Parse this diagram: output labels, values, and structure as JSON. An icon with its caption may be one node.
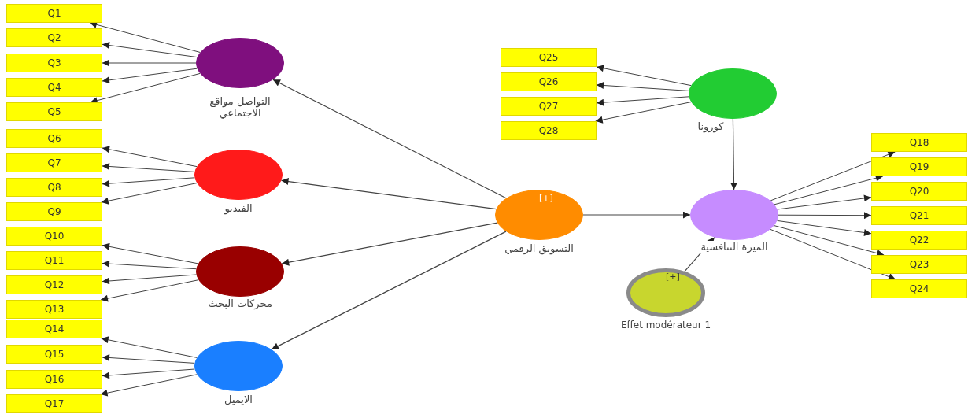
{
  "diagram": {
    "nodes": [
      {
        "text": [
          "Q1"
        ]
      },
      {
        "text": [
          "Q2"
        ]
      },
      {
        "text": [
          "Q3"
        ]
      },
      {
        "text": [
          "Q4"
        ]
      },
      {
        "text": [
          "Q5"
        ]
      },
      {
        "text": [
          "Q6"
        ]
      },
      {
        "text": [
          "Q7"
        ]
      },
      {
        "text": [
          "Q8"
        ]
      },
      {
        "text": [
          "Q9"
        ]
      },
      {
        "text": [
          "Q10"
        ]
      },
      {
        "text": [
          "Q11"
        ]
      },
      {
        "text": [
          "Q12"
        ]
      },
      {
        "text": [
          "Q13"
        ]
      },
      {
        "text": [
          "Q14"
        ]
      },
      {
        "text": [
          "Q15"
        ]
      },
      {
        "text": [
          "Q16"
        ]
      },
      {
        "text": [
          "Q17"
        ]
      },
      {
        "text": [
          "Q25"
        ]
      },
      {
        "text": [
          "Q26"
        ]
      },
      {
        "text": [
          "Q27"
        ]
      },
      {
        "text": [
          "Q28"
        ]
      },
      {
        "text": [
          "Q18"
        ]
      },
      {
        "text": [
          "Q19"
        ]
      },
      {
        "text": [
          "Q20"
        ]
      },
      {
        "text": [
          "Q21"
        ]
      },
      {
        "text": [
          "Q22"
        ]
      },
      {
        "text": [
          "Q23"
        ]
      },
      {
        "text": [
          "Q24"
        ]
      },
      {
        "text": [
          "التواصل مواقع الاجتماعي"
        ]
      },
      {
        "text": [
          "الفيديو"
        ]
      },
      {
        "text": [
          "محركات البحث"
        ]
      },
      {
        "text": [
          "الايميل"
        ]
      },
      {
        "text": [
          "[+]",
          "التسويق الرقمي"
        ]
      },
      {
        "text": [
          "كورونا"
        ]
      },
      {
        "text": [
          "الميزة التنافسية"
        ]
      },
      {
        "text": [
          "[+]",
          "Effet modérateur 1"
        ]
      }
    ],
    "edges": [
      {
        "from": 28,
        "to": 0,
        "arrow": "to"
      },
      {
        "from": 28,
        "to": 1,
        "arrow": "to"
      },
      {
        "from": 28,
        "to": 2,
        "arrow": "to"
      },
      {
        "from": 28,
        "to": 3,
        "arrow": "to"
      },
      {
        "from": 28,
        "to": 4,
        "arrow": "to"
      },
      {
        "from": 29,
        "to": 5,
        "arrow": "to"
      },
      {
        "from": 29,
        "to": 6,
        "arrow": "to"
      },
      {
        "from": 29,
        "to": 7,
        "arrow": "to"
      },
      {
        "from": 29,
        "to": 8,
        "arrow": "to"
      },
      {
        "from": 30,
        "to": 9,
        "arrow": "to"
      },
      {
        "from": 30,
        "to": 10,
        "arrow": "to"
      },
      {
        "from": 30,
        "to": 11,
        "arrow": "to"
      },
      {
        "from": 30,
        "to": 12,
        "arrow": "to"
      },
      {
        "from": 31,
        "to": 13,
        "arrow": "to"
      },
      {
        "from": 31,
        "to": 14,
        "arrow": "to"
      },
      {
        "from": 31,
        "to": 15,
        "arrow": "to"
      },
      {
        "from": 31,
        "to": 16,
        "arrow": "to"
      },
      {
        "from": 33,
        "to": 17,
        "arrow": "to"
      },
      {
        "from": 33,
        "to": 18,
        "arrow": "to"
      },
      {
        "from": 33,
        "to": 19,
        "arrow": "to"
      },
      {
        "from": 33,
        "to": 20,
        "arrow": "to"
      },
      {
        "from": 34,
        "to": 21,
        "arrow": "to"
      },
      {
        "from": 34,
        "to": 22,
        "arrow": "to"
      },
      {
        "from": 34,
        "to": 23,
        "arrow": "to"
      },
      {
        "from": 34,
        "to": 24,
        "arrow": "to"
      },
      {
        "from": 34,
        "to": 25,
        "arrow": "to"
      },
      {
        "from": 34,
        "to": 26,
        "arrow": "to"
      },
      {
        "from": 34,
        "to": 27,
        "arrow": "to"
      },
      {
        "from": 32,
        "to": 28,
        "arrow": "to"
      },
      {
        "from": 32,
        "to": 29,
        "arrow": "to"
      },
      {
        "from": 32,
        "to": 30,
        "arrow": "to"
      },
      {
        "from": 32,
        "to": 31,
        "arrow": "to"
      },
      {
        "from": 32,
        "to": 34,
        "arrow": "to"
      },
      {
        "from": 33,
        "to": 34,
        "arrow": "to"
      },
      {
        "from": 35,
        "to": 34,
        "arrow": "to"
      }
    ]
  }
}
